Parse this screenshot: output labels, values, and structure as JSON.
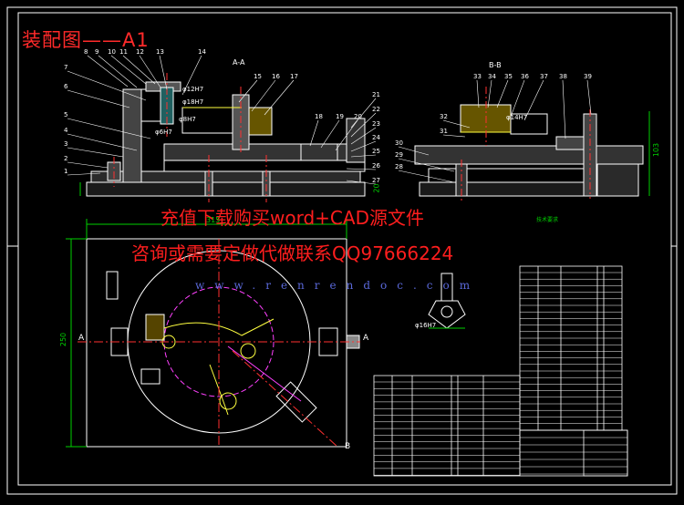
{
  "title": "装配图——A1",
  "watermark": {
    "line1": "充值下载购买word+CAD源文件",
    "line2": "咨询或需要定做代做联系QQ97666224",
    "site": "www.renrendoc.com"
  },
  "section_labels": {
    "aa": "A-A",
    "bb": "B-B",
    "a_left": "A",
    "a_right": "A",
    "b_bottom": "B"
  },
  "dimensions": {
    "width_top": "315",
    "height_left": "250",
    "height_right": "103",
    "left_20": "20",
    "fit_12": "φ12H7",
    "fit_18": "φ18H7",
    "fit_8": "φ8H7",
    "fit_6": "φ6H7",
    "fit_16": "φ16H7",
    "fit_14": "φ14H7"
  },
  "part_numbers_left": [
    "1",
    "2",
    "3",
    "4",
    "5",
    "6",
    "7",
    "8",
    "9",
    "10",
    "11",
    "12",
    "13",
    "14",
    "15",
    "16",
    "17",
    "18",
    "19",
    "20",
    "21",
    "22",
    "23",
    "24",
    "25",
    "26",
    "27"
  ],
  "part_numbers_right": [
    "28",
    "29",
    "30",
    "31",
    "32",
    "33",
    "34",
    "35",
    "36",
    "37",
    "38",
    "39"
  ],
  "notes_title": "技术要求",
  "colors": {
    "background": "#000000",
    "outline": "#ffffff",
    "title": "#ff2a2a",
    "dimension": "#00d000",
    "centerline": "#ff3030",
    "magenta": "#ff40ff",
    "yellow": "#ffff40",
    "cyan": "#40ffff",
    "blue": "#4060ff"
  }
}
